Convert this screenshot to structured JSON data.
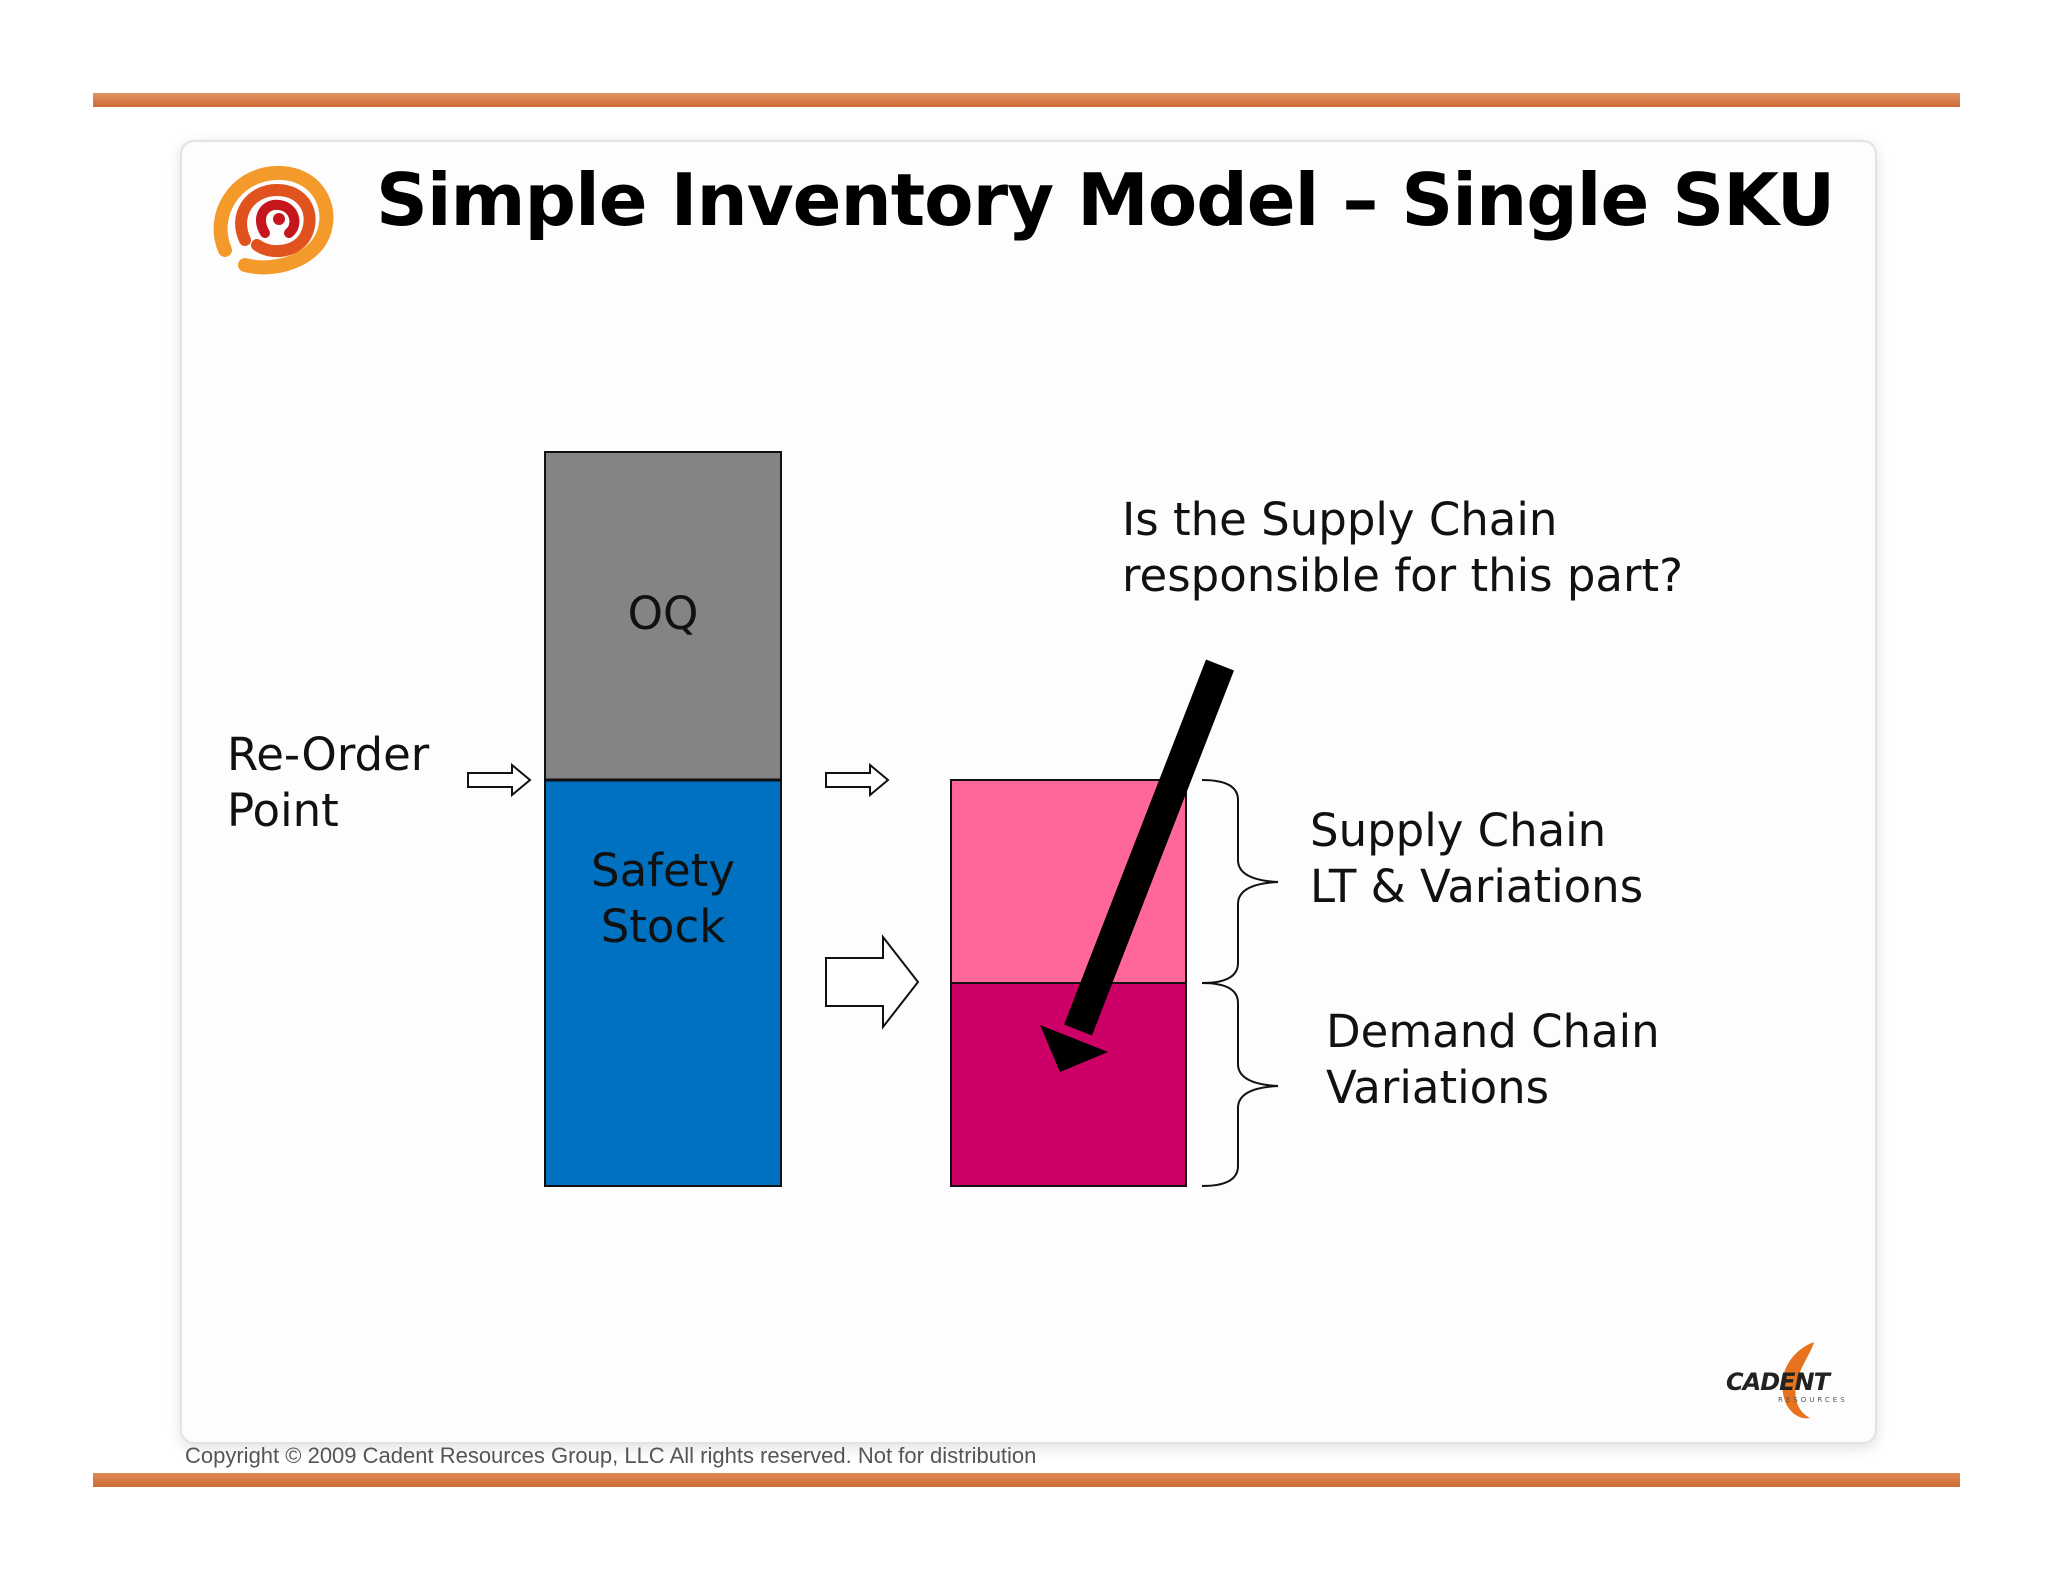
{
  "slide": {
    "title": "Simple Inventory Model – Single SKU",
    "copyright": "Copyright © 2009 Cadent Resources Group, LLC All rights reserved. Not for distribution"
  },
  "diagram": {
    "left_stack": {
      "top_block_label": "OQ",
      "bottom_block_label": "Safety\nStock",
      "top_block_color": "#858385",
      "bottom_block_color": "#0070c0"
    },
    "reorder_label": "Re-Order\nPoint",
    "question_label": "Is the Supply Chain\nresponsible for this part?",
    "right_stack": {
      "top_block_color": "#ff6699",
      "bottom_block_color": "#cc0066"
    },
    "supply_label": "Supply Chain\nLT & Variations",
    "demand_label": "Demand Chain\nVariations"
  },
  "logos": {
    "brand_text": "CADENT",
    "brand_subtext": "RESOURCES",
    "accent": "#e8731f"
  }
}
